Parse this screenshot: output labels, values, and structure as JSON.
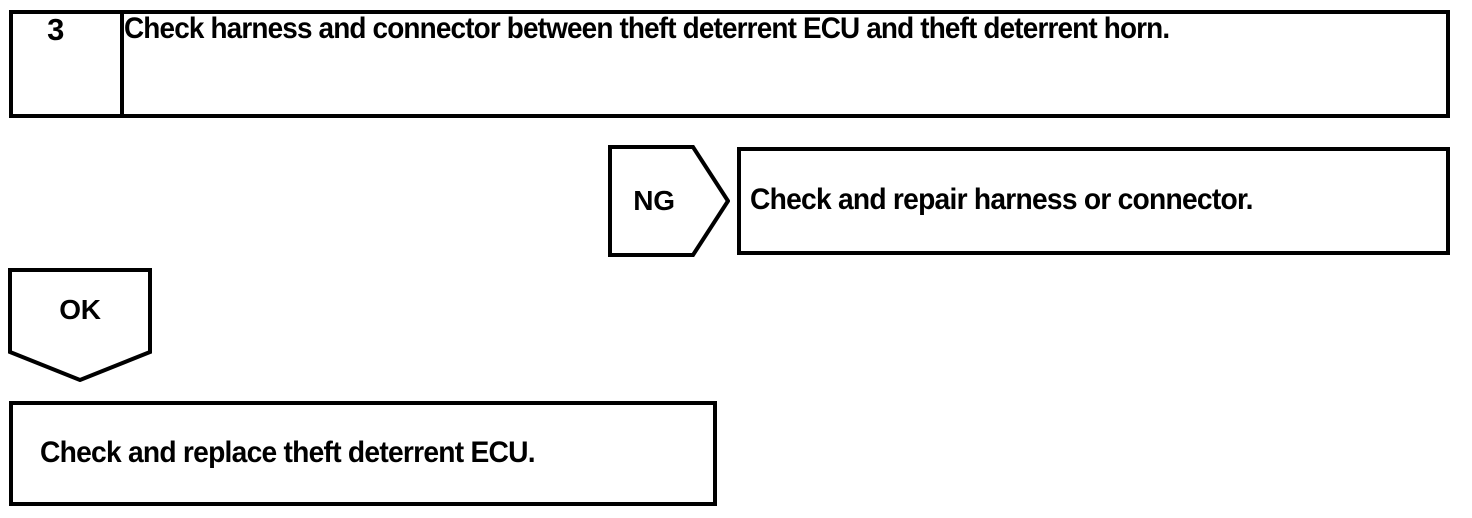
{
  "diagram": {
    "type": "troubleshooting-flowchart",
    "background_color": "#ffffff",
    "line_color": "#000000"
  },
  "step": {
    "number": "3",
    "instruction": "Check harness and connector between theft deterrent ECU and theft deterrent horn."
  },
  "branches": {
    "ng": {
      "label": "NG",
      "result": "Check and repair harness or connector."
    },
    "ok": {
      "label": "OK",
      "result": "Check and replace theft deterrent ECU."
    }
  }
}
